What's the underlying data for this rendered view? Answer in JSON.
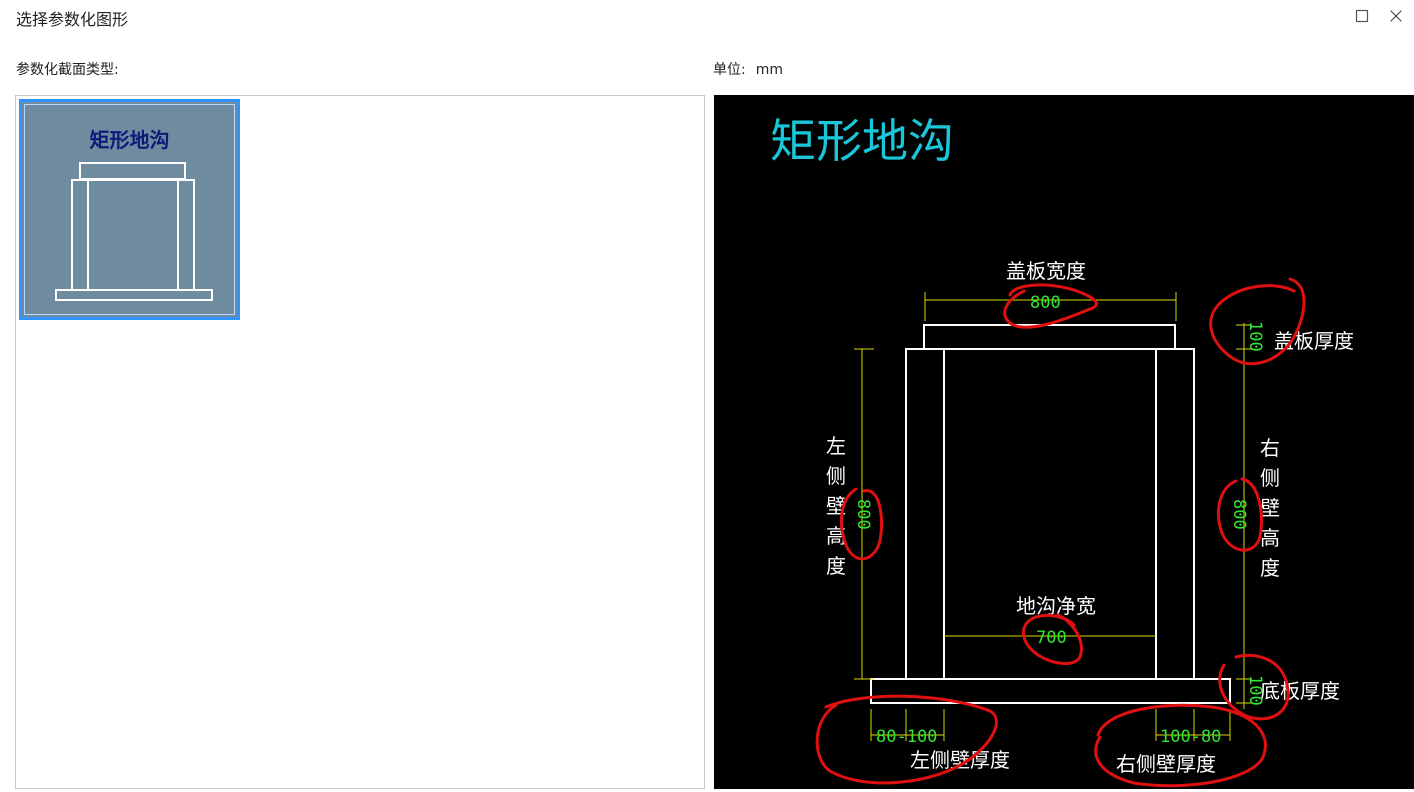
{
  "window": {
    "title": "选择参数化图形",
    "maximize_icon": "maximize-icon",
    "close_icon": "close-icon"
  },
  "labels": {
    "section_type": "参数化截面类型:",
    "unit_label": "单位:",
    "unit_value": "mm"
  },
  "thumbnails": [
    {
      "title": "矩形地沟",
      "selected": true
    }
  ],
  "preview": {
    "title": "矩形地沟",
    "dims": {
      "cover_width_label": "盖板宽度",
      "cover_width_value": "800",
      "cover_thickness_label": "盖板厚度",
      "cover_thickness_value": "100",
      "left_wall_height_chars": [
        "左",
        "侧",
        "壁",
        "高",
        "度"
      ],
      "left_wall_height_value": "800",
      "right_wall_height_chars": [
        "右",
        "侧",
        "壁",
        "高",
        "度"
      ],
      "right_wall_height_value": "800",
      "clear_width_label": "地沟净宽",
      "clear_width_value": "700",
      "bottom_thickness_label": "底板厚度",
      "bottom_thickness_value": "100",
      "left_wall_thickness_label": "左侧壁厚度",
      "left_wall_thickness_values": "80-100",
      "right_wall_thickness_label": "右侧壁厚度",
      "right_wall_thickness_values": "100-80"
    }
  },
  "colors": {
    "accent": "#2e93ff",
    "thumb_bg": "#6f8ba0",
    "preview_bg": "#000000",
    "title_cyan": "#19c8d8",
    "dim_yellow": "#d7d700",
    "dim_green": "#33e633",
    "annotation_red": "#e01010"
  }
}
